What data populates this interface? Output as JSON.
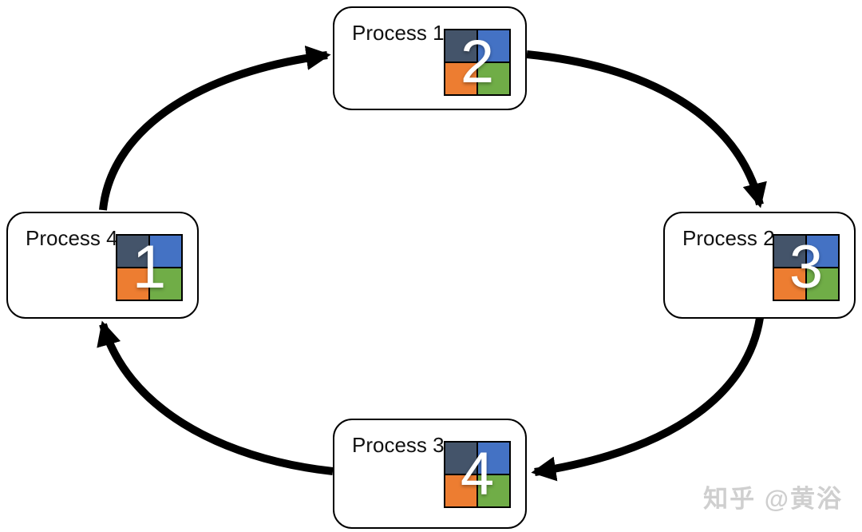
{
  "diagram": {
    "type": "cycle",
    "flow_direction": "clockwise",
    "processes": [
      {
        "label": "Process 1",
        "number": "2",
        "position": "top"
      },
      {
        "label": "Process 2",
        "number": "3",
        "position": "right"
      },
      {
        "label": "Process 3",
        "number": "4",
        "position": "bottom"
      },
      {
        "label": "Process 4",
        "number": "1",
        "position": "left"
      }
    ],
    "grid_colors": {
      "top_left": "#44546A",
      "top_right": "#4472C4",
      "bottom_left": "#ED7D31",
      "bottom_right": "#70AD47"
    },
    "arrow_color": "#000000",
    "box_border_color": "#000000",
    "number_color": "#FFFFFF",
    "background_color": "#FFFFFF"
  },
  "watermark": {
    "text": "知乎 @黄浴",
    "color": "#cfcfcf"
  }
}
